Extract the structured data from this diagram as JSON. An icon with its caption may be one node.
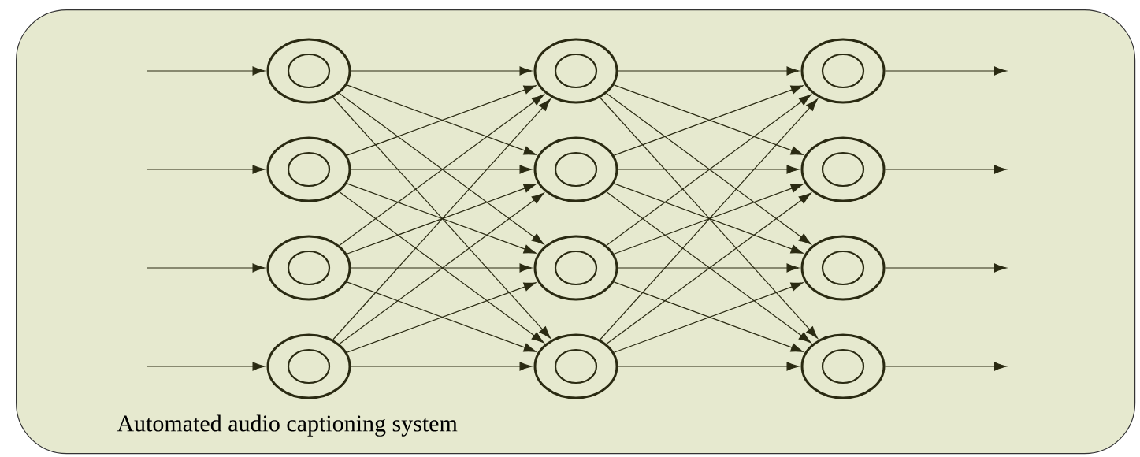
{
  "diagram": {
    "nodes": [
      {
        "text": [
          "Automated audio captioning system"
        ]
      },
      {
        "text": [],
        "shape": "circle",
        "in": 0
      },
      {
        "text": [],
        "shape": "circle",
        "in": 0
      },
      {
        "text": [],
        "shape": "circle",
        "in": 0
      },
      {
        "text": [],
        "shape": "circle",
        "in": 0
      },
      {
        "text": [],
        "shape": "circle",
        "in": 0
      },
      {
        "text": [],
        "shape": "circle",
        "in": 0
      },
      {
        "text": [],
        "shape": "circle",
        "in": 0
      },
      {
        "text": [],
        "shape": "circle",
        "in": 0
      },
      {
        "text": [],
        "shape": "circle",
        "in": 0
      },
      {
        "text": [],
        "shape": "circle",
        "in": 0
      },
      {
        "text": [],
        "shape": "circle",
        "in": 0
      },
      {
        "text": [],
        "shape": "circle",
        "in": 0
      }
    ],
    "edges": [
      {
        "from": null,
        "to": 1,
        "arrow": "to"
      },
      {
        "from": null,
        "to": 2,
        "arrow": "to"
      },
      {
        "from": null,
        "to": 3,
        "arrow": "to"
      },
      {
        "from": null,
        "to": 4,
        "arrow": "to"
      },
      {
        "from": 1,
        "to": 5,
        "arrow": "to"
      },
      {
        "from": 1,
        "to": 6,
        "arrow": "to"
      },
      {
        "from": 1,
        "to": 7,
        "arrow": "to"
      },
      {
        "from": 1,
        "to": 8,
        "arrow": "to"
      },
      {
        "from": 2,
        "to": 5,
        "arrow": "to"
      },
      {
        "from": 2,
        "to": 6,
        "arrow": "to"
      },
      {
        "from": 2,
        "to": 7,
        "arrow": "to"
      },
      {
        "from": 2,
        "to": 8,
        "arrow": "to"
      },
      {
        "from": 3,
        "to": 5,
        "arrow": "to"
      },
      {
        "from": 3,
        "to": 6,
        "arrow": "to"
      },
      {
        "from": 3,
        "to": 7,
        "arrow": "to"
      },
      {
        "from": 3,
        "to": 8,
        "arrow": "to"
      },
      {
        "from": 4,
        "to": 5,
        "arrow": "to"
      },
      {
        "from": 4,
        "to": 6,
        "arrow": "to"
      },
      {
        "from": 4,
        "to": 7,
        "arrow": "to"
      },
      {
        "from": 4,
        "to": 8,
        "arrow": "to"
      },
      {
        "from": 5,
        "to": 9,
        "arrow": "to"
      },
      {
        "from": 5,
        "to": 10,
        "arrow": "to"
      },
      {
        "from": 5,
        "to": 11,
        "arrow": "to"
      },
      {
        "from": 5,
        "to": 12,
        "arrow": "to"
      },
      {
        "from": 6,
        "to": 9,
        "arrow": "to"
      },
      {
        "from": 6,
        "to": 10,
        "arrow": "to"
      },
      {
        "from": 6,
        "to": 11,
        "arrow": "to"
      },
      {
        "from": 6,
        "to": 12,
        "arrow": "to"
      },
      {
        "from": 7,
        "to": 9,
        "arrow": "to"
      },
      {
        "from": 7,
        "to": 10,
        "arrow": "to"
      },
      {
        "from": 7,
        "to": 11,
        "arrow": "to"
      },
      {
        "from": 7,
        "to": 12,
        "arrow": "to"
      },
      {
        "from": 8,
        "to": 9,
        "arrow": "to"
      },
      {
        "from": 8,
        "to": 10,
        "arrow": "to"
      },
      {
        "from": 8,
        "to": 11,
        "arrow": "to"
      },
      {
        "from": 8,
        "to": 12,
        "arrow": "to"
      },
      {
        "from": 9,
        "to": null,
        "arrow": "to"
      },
      {
        "from": 10,
        "to": null,
        "arrow": "to"
      },
      {
        "from": 11,
        "to": null,
        "arrow": "to"
      },
      {
        "from": 12,
        "to": null,
        "arrow": "to"
      }
    ]
  }
}
